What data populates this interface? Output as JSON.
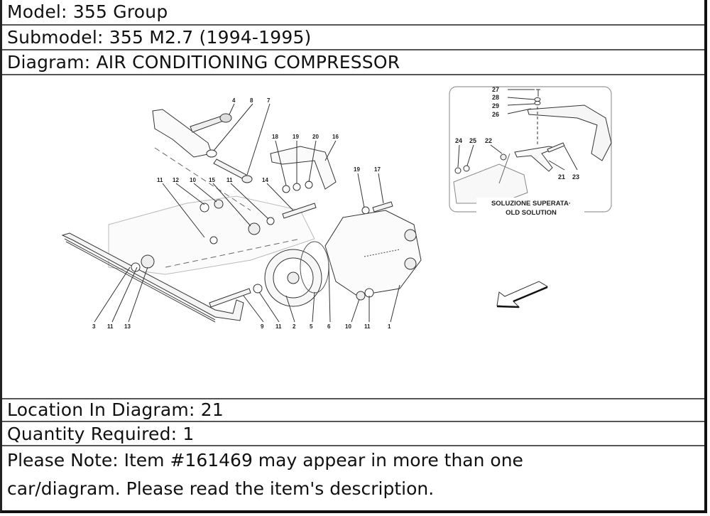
{
  "header": {
    "model": "Model: 355 Group",
    "submodel": "Submodel: 355 M2.7 (1994-1995)",
    "diagram": "Diagram: AIR CONDITIONING COMPRESSOR"
  },
  "diagram": {
    "callouts": {
      "c4": "4",
      "c8": "8",
      "c7": "7",
      "c18": "18",
      "c19a": "19",
      "c20": "20",
      "c16": "16",
      "c11a": "11",
      "c12": "12",
      "c10a": "10",
      "c15": "15",
      "c11b": "11",
      "c14": "14",
      "c19b": "19",
      "c17": "17",
      "c3": "3",
      "c11c": "11",
      "c13": "13",
      "c9": "9",
      "c11d": "11",
      "c2": "2",
      "c5": "5",
      "c6": "6",
      "c10b": "10",
      "c11e": "11",
      "c1": "1"
    },
    "inset": {
      "callouts": {
        "c27": "27",
        "c28": "28",
        "c29": "29",
        "c26": "26",
        "c24": "24",
        "c25": "25",
        "c22": "22",
        "c21": "21",
        "c23": "23"
      },
      "caption_line1": "SOLUZIONE SUPERATA·",
      "caption_line2": "OLD SOLUTION"
    },
    "direction_icon": "arrow-down-left-icon"
  },
  "details": {
    "location": "Location In Diagram: 21",
    "quantity": "Quantity Required: 1",
    "note_line1": "Please Note: Item #161469 may appear in more than one",
    "note_line2": "car/diagram. Please read the item's description."
  }
}
